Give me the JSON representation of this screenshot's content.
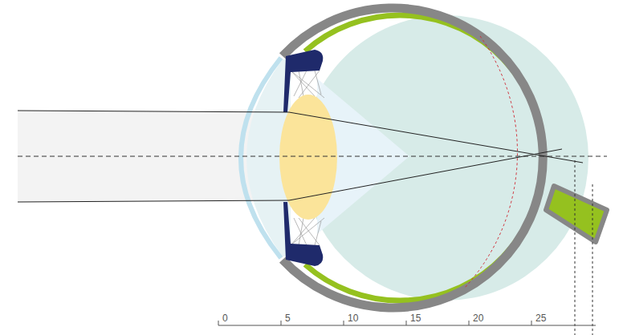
{
  "diagram": {
    "labels": [
      "0",
      "5",
      "10",
      "15",
      "20",
      "25"
    ]
  }
}
